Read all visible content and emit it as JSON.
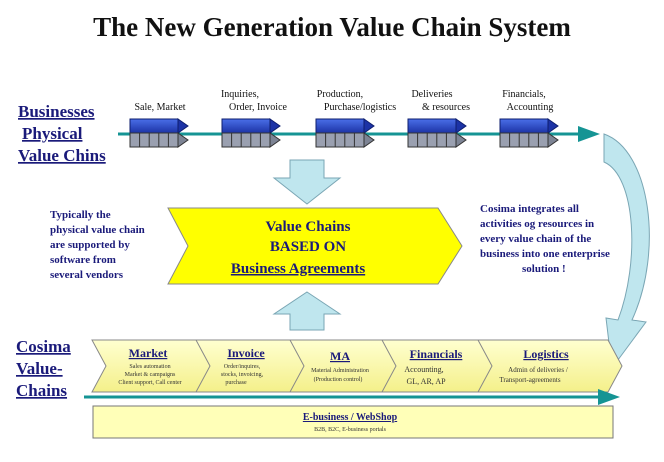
{
  "title": "The New Generation Value Chain System",
  "physical_label": [
    "Businesses",
    "Physical",
    "Value Chins"
  ],
  "process_steps": [
    {
      "lines": [
        "Sale, Market"
      ]
    },
    {
      "lines": [
        "Inquiries,",
        "Order, Invoice"
      ]
    },
    {
      "lines": [
        "Production,",
        "Purchase/logistics"
      ]
    },
    {
      "lines": [
        "Deliveries",
        "& resources"
      ]
    },
    {
      "lines": [
        "Financials,",
        "Accounting"
      ]
    }
  ],
  "left_note": [
    "Typically the",
    "physical value chain",
    "are supported by",
    "software from",
    "several vendors"
  ],
  "center_arrow": [
    "Value Chains",
    "BASED ON",
    "Business Agreements"
  ],
  "right_note": [
    "Cosima integrates all",
    "activities og resources in",
    "every value chain of the",
    "business into one enterprise",
    "solution !"
  ],
  "cosima_label": [
    "Cosima",
    "Value-",
    "Chains"
  ],
  "cosima_chains": [
    {
      "title": "Market",
      "details": [
        "Sales automation",
        "Market & campaigns",
        "Client support, Call center"
      ]
    },
    {
      "title": "Invoice",
      "details": [
        "Order/inquires,",
        "stocks, invoicing,",
        "purchase"
      ]
    },
    {
      "title": "MA",
      "details": [
        "Material Administration",
        "(Production control)"
      ]
    },
    {
      "title": "Financials",
      "details": [
        "Accounting,",
        "GL, AR, AP"
      ]
    },
    {
      "title": "Logistics",
      "details": [
        "Admin of deliveries /",
        "Transport-agreements"
      ]
    }
  ],
  "ebusiness": {
    "title": "E-business / WebShop",
    "subtitle": "B2B, B2C, E-business portals"
  },
  "colors": {
    "navy": "#1a1a7a",
    "teal": "#159494",
    "yellow_fill": "#ffff00",
    "pale_yellow": "#ffffb8",
    "light_blue": "#bfe6ee",
    "block_blue": "#2d4fd0"
  }
}
